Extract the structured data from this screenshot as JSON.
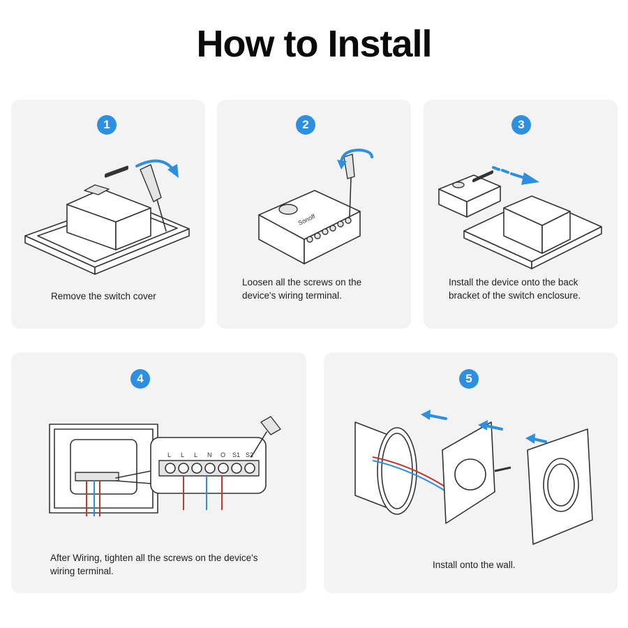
{
  "title": "How to Install",
  "accent_color": "#2d8fe0",
  "steps": [
    {
      "number": "1",
      "caption": "Remove the switch cover"
    },
    {
      "number": "2",
      "caption": "Loosen all the screws on the device's wiring terminal."
    },
    {
      "number": "3",
      "caption": "Install the device onto the back bracket of the switch enclosure."
    },
    {
      "number": "4",
      "caption": "After Wiring, tighten all the screws on the device's wiring terminal."
    },
    {
      "number": "5",
      "caption": "Install onto the wall."
    }
  ],
  "device_brand": "Sonoff",
  "terminal_labels": [
    "L",
    "L",
    "L",
    "N",
    "O",
    "S1",
    "S2"
  ],
  "wire_colors": {
    "brown": "#c0392b",
    "blue": "#2d8fe0"
  }
}
